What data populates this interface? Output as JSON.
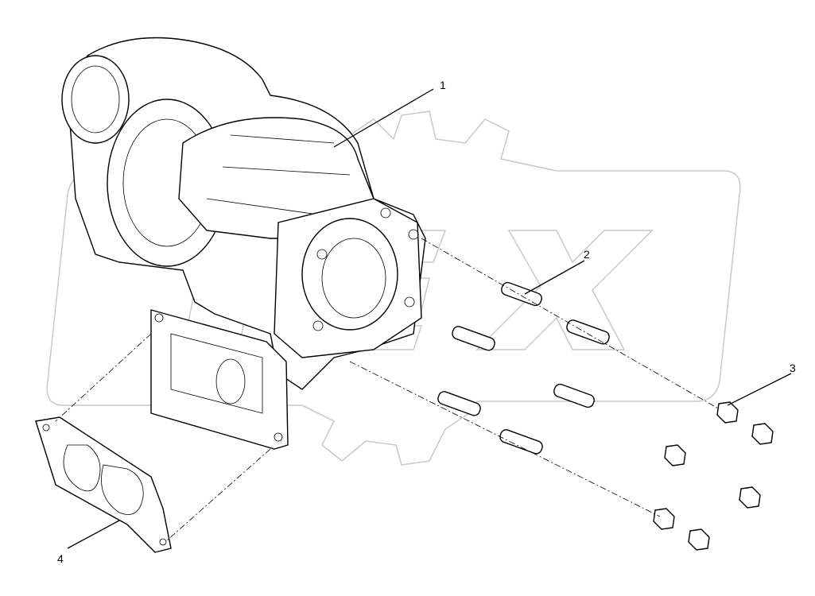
{
  "diagram": {
    "callouts": [
      {
        "label": "1"
      },
      {
        "label": "2"
      },
      {
        "label": "3"
      },
      {
        "label": "4"
      }
    ],
    "colors": {
      "line": "#000000",
      "watermark": "#c8c8c8",
      "background": "#ffffff"
    }
  }
}
